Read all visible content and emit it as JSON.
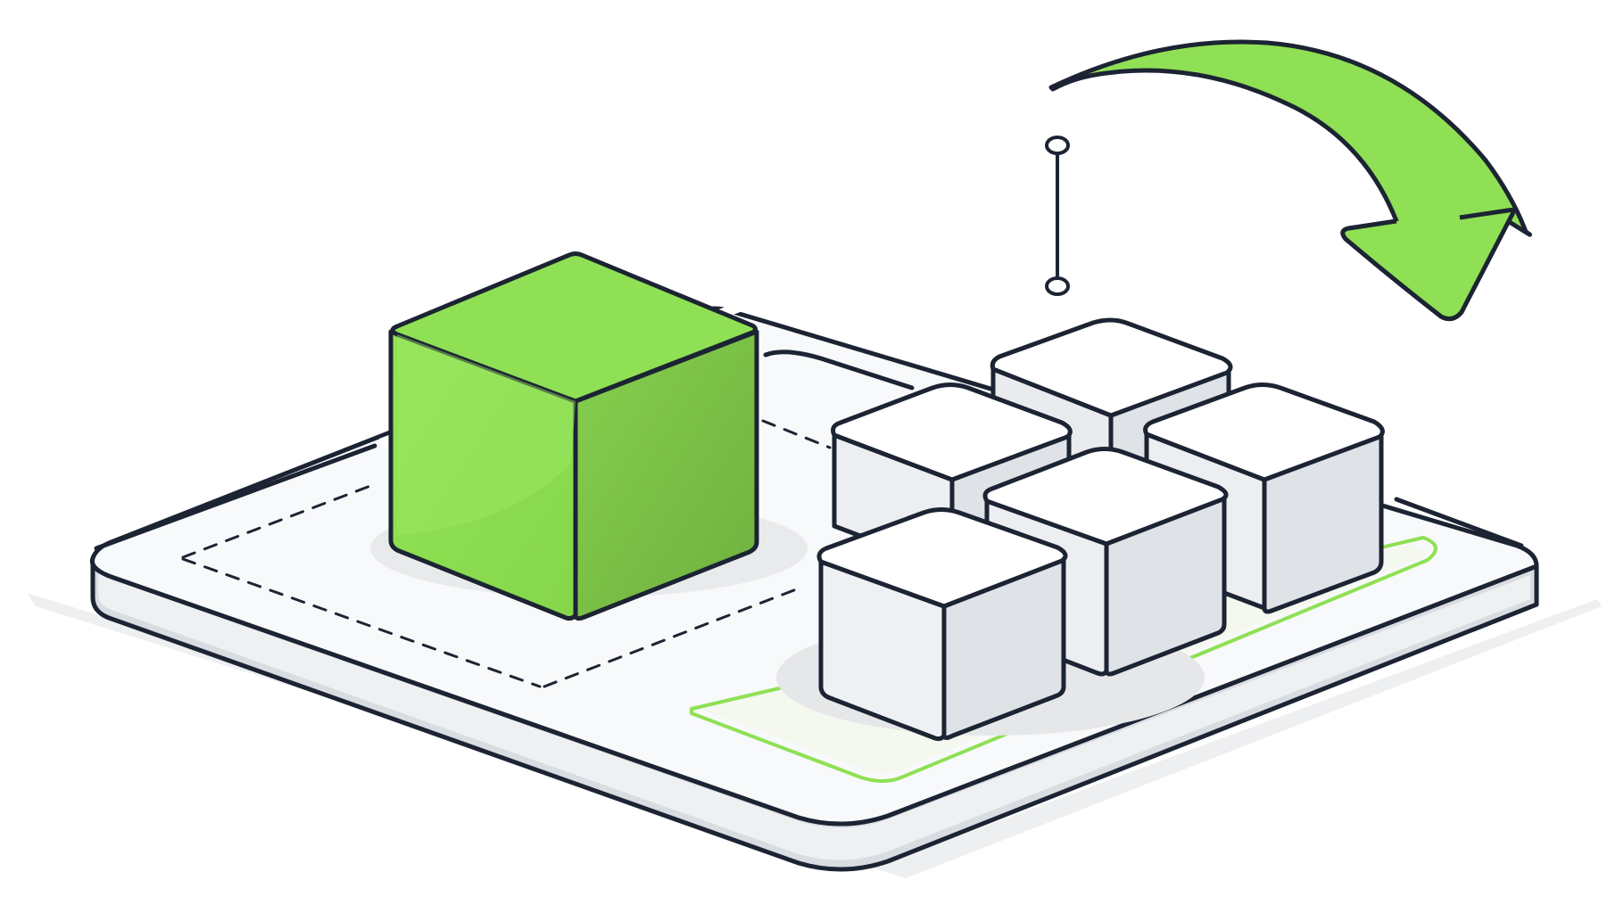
{
  "illustration": {
    "colors": {
      "accent": "#8fe054",
      "accent_shade": "#74b842",
      "outline": "#1c2433",
      "cube_light": "#ffffff",
      "cube_side": "#e4e6ea",
      "platform_top": "#f7f8f9",
      "platform_edge": "#cfd2d8",
      "shadow": "#ebecee",
      "highlight_border": "#8fe054"
    },
    "elements": {
      "featured_cube": {
        "color": "accent",
        "state": "selected"
      },
      "cube_group": {
        "count": 5,
        "color": "neutral"
      },
      "move_arrow": {
        "direction": "down-right",
        "icon": "curved-arrow-icon"
      },
      "height_marker": {
        "icon": "dimension-line-icon"
      },
      "target_zone": {
        "style": "green outline"
      },
      "source_zone": {
        "style": "dashed outline"
      }
    }
  }
}
